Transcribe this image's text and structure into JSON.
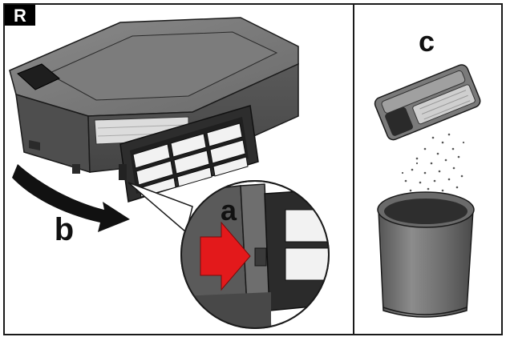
{
  "corner_tag": "R",
  "steps": {
    "a": "a",
    "b": "b",
    "c": "c"
  },
  "colors": {
    "outline": "#1a1a1a",
    "bin_body": "#6e6e6e",
    "bin_dark": "#3c3c3c",
    "bin_light": "#9a9a9a",
    "filter_white": "#f2f2f2",
    "arrow_red": "#e3191b",
    "arrow_black": "#111111",
    "tag_bg": "#000000",
    "tag_fg": "#ffffff"
  },
  "icons": [
    "dust-bin",
    "hepa-filter",
    "magnifier-callout",
    "push-arrow",
    "rotate-arrow",
    "trash-can",
    "dust-particles"
  ]
}
